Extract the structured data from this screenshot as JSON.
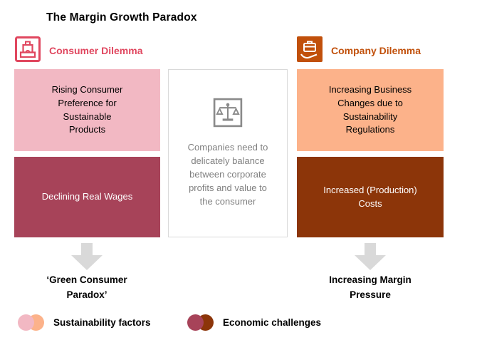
{
  "title": "The Margin Growth Paradox",
  "colors": {
    "title_black": "#000000",
    "consumer_accent": "#e0475f",
    "company_accent": "#c1500b",
    "sustainability_pink": "#f2b8c3",
    "economic_red": "#a74359",
    "sustainability_orange": "#fcb28a",
    "economic_brown": "#8c3509",
    "center_border": "#d9d9d9",
    "center_gray": "#7f7f7f",
    "center_icon_gray": "#8a8a8a",
    "arrow_gray": "#d9d9d9"
  },
  "icons": {
    "consumer": "cash-register-icon",
    "company": "briefcase-hand-icon",
    "center": "balance-scale-icon",
    "arrow": "down-arrow-icon"
  },
  "consumer_column": {
    "header": "Consumer Dilemma",
    "sustainability_box": "Rising Consumer Preference for Sustainable Products",
    "economic_box": "Declining Real Wages",
    "outcome": "‘Green Consumer Paradox’"
  },
  "company_column": {
    "header": "Company Dilemma",
    "sustainability_box": "Increasing Business Changes due to Sustainability Regulations",
    "economic_box": "Increased (Production) Costs",
    "outcome": "Increasing Margin Pressure"
  },
  "center_box": {
    "text": "Companies need to delicately balance between corporate profits and value to the consumer"
  },
  "legend": {
    "sustainability": {
      "label": "Sustainability factors"
    },
    "economic": {
      "label": "Economic challenges"
    }
  }
}
